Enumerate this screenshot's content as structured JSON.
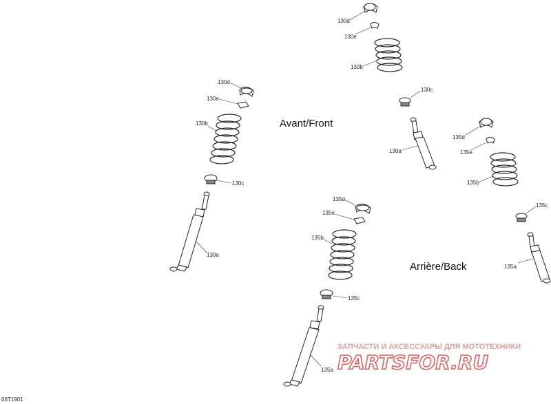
{
  "sections": {
    "front_label": "Avant/Front",
    "rear_label": "Arrière/Back"
  },
  "callouts": {
    "c130a": "130a",
    "c130b": "130b",
    "c130c": "130c",
    "c130d": "130d",
    "c130e": "130e",
    "c135a": "135a",
    "c135b": "135b",
    "c135c": "135c",
    "c135d": "135d",
    "c135e": "135e"
  },
  "doc_ref": "66T1901",
  "watermark": {
    "caption": "ЗАПЧАСТИ И АКСЕССУАРЫ ДЛЯ МОТОТЕХНИКИ",
    "logo": "PARTSFOR.RU",
    "color": "#e06060"
  }
}
